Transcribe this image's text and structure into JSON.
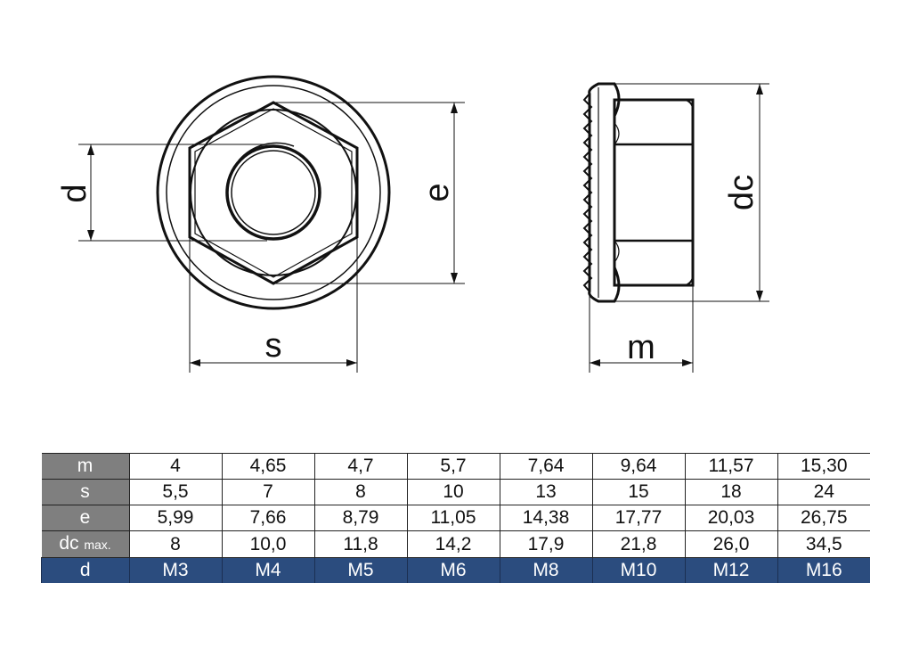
{
  "dimensions": {
    "d": "d",
    "e": "e",
    "s": "s",
    "m": "m",
    "dc": "dc"
  },
  "table": {
    "rows": [
      {
        "label": "m",
        "suffix": "",
        "values": [
          "4",
          "4,65",
          "4,7",
          "5,7",
          "7,64",
          "9,64",
          "11,57",
          "15,30"
        ]
      },
      {
        "label": "s",
        "suffix": "",
        "values": [
          "5,5",
          "7",
          "8",
          "10",
          "13",
          "15",
          "18",
          "24"
        ]
      },
      {
        "label": "e",
        "suffix": "",
        "values": [
          "5,99",
          "7,66",
          "8,79",
          "11,05",
          "14,38",
          "17,77",
          "20,03",
          "26,75"
        ]
      },
      {
        "label": "dc",
        "suffix": "max.",
        "values": [
          "8",
          "10,0",
          "11,8",
          "14,2",
          "17,9",
          "21,8",
          "26,0",
          "34,5"
        ]
      },
      {
        "label": "d",
        "suffix": "",
        "values": [
          "M3",
          "M4",
          "M5",
          "M6",
          "M8",
          "M10",
          "M12",
          "M16"
        ]
      }
    ]
  },
  "colors": {
    "header_gray": "#7f7f7f",
    "size_row_blue": "#2b4c7e"
  }
}
